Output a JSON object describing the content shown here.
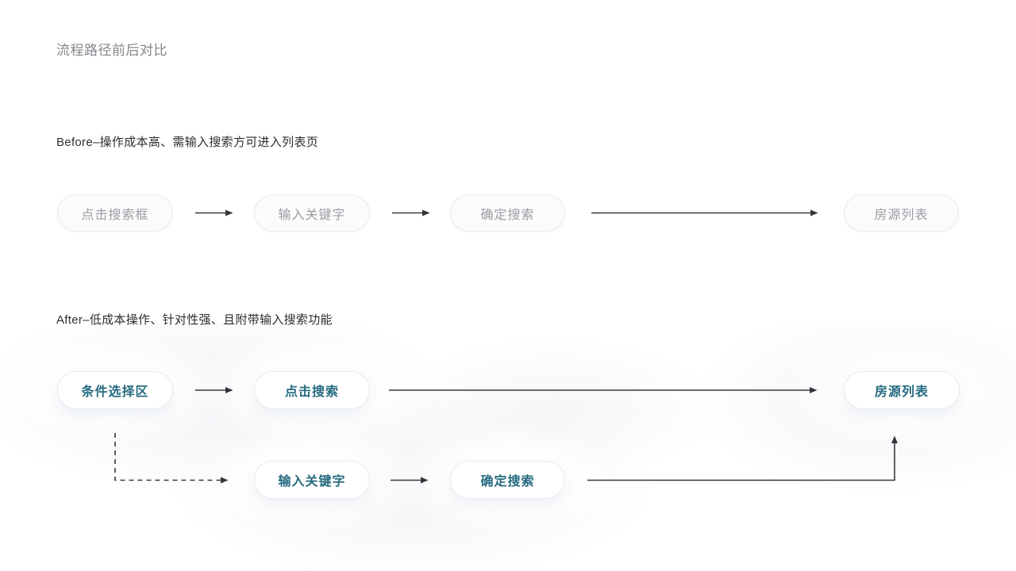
{
  "page": {
    "title": "流程路径前后对比"
  },
  "colors": {
    "accent_teal": "#266B80",
    "muted_gray_text": "#9C9CA4",
    "line": "#38383e",
    "after_tint": "#EFF2F5"
  },
  "before": {
    "label": "Before–操作成本高、需输入搜索方可进入列表页",
    "steps": [
      "点击搜索框",
      "输入关键字",
      "确定搜索",
      "房源列表"
    ]
  },
  "after": {
    "label": "After–低成本操作、针对性强、且附带输入搜索功能",
    "primary_steps": [
      "条件选择区",
      "点击搜索",
      "房源列表"
    ],
    "secondary_steps": [
      "输入关键字",
      "确定搜索"
    ]
  }
}
